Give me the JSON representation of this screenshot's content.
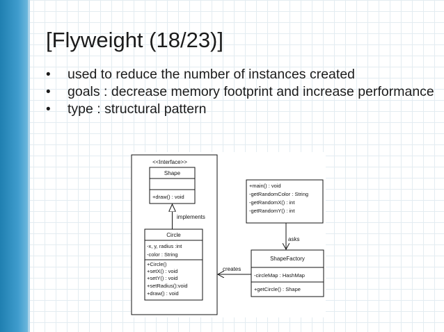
{
  "slide": {
    "title": "[Flyweight (18/23)]",
    "bullets": [
      "used to reduce the number of instances created",
      "goals : decrease memory footprint and increase performance",
      "type : structural pattern"
    ],
    "bullet_symbol": "•"
  },
  "diagram": {
    "interface_stereotype": "<<Interface>>",
    "shape": {
      "name": "Shape",
      "methods": [
        "+draw() : void"
      ]
    },
    "circle": {
      "name": "Circle",
      "attributes": [
        "-x, y, radius :int",
        "-color : String"
      ],
      "methods": [
        "+Circle()",
        "+setX() : void",
        "+setY() : void",
        "+setRadius():void",
        "+draw() : void"
      ]
    },
    "demo": {
      "methods": [
        "+main() : void",
        "-getRandomColor : String",
        "-getRandomX() : int",
        "-getRandomY() : int"
      ]
    },
    "factory": {
      "name": "ShapeFactory",
      "attributes": [
        "-circleMap : HashMap"
      ],
      "methods": [
        "+getCircle() : Shape"
      ]
    },
    "relations": {
      "implements": "implements",
      "asks": "asks",
      "creates": "creates"
    }
  }
}
